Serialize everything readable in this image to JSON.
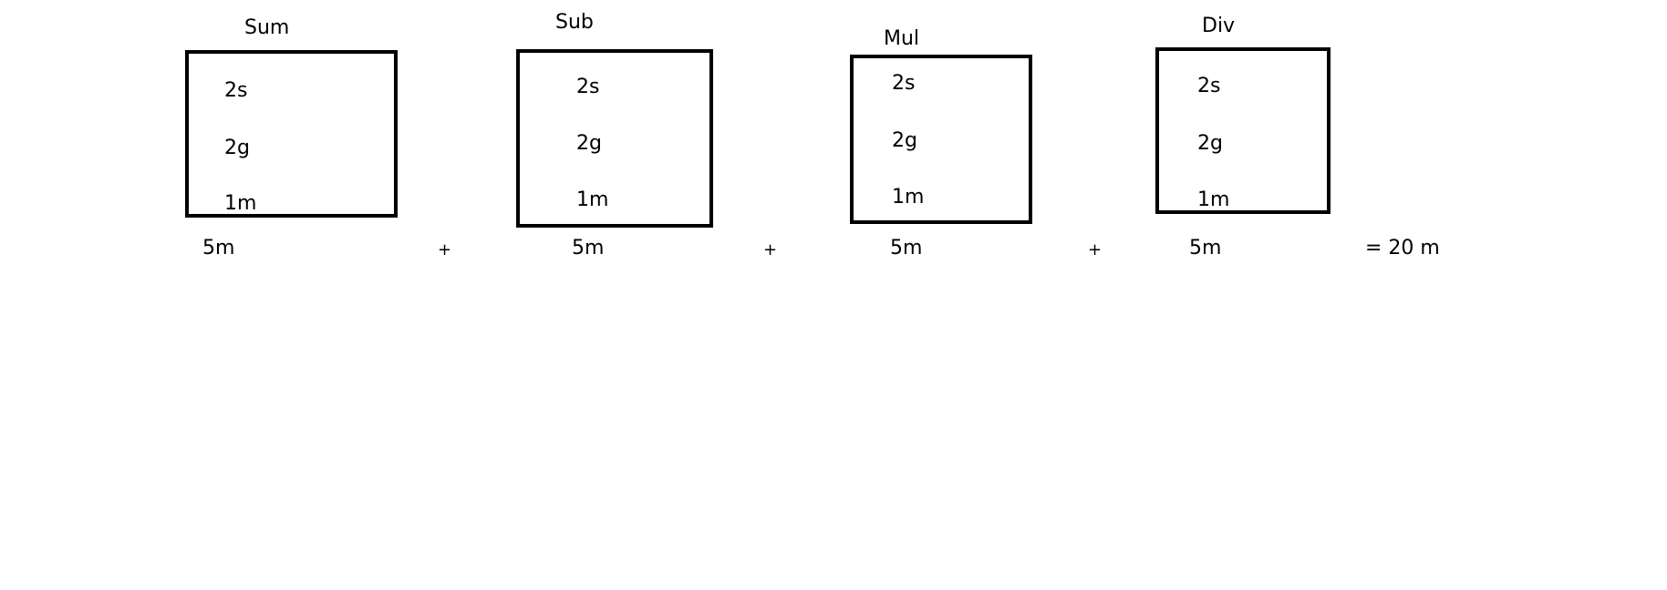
{
  "boxes": [
    {
      "title": "Sum",
      "items": [
        "2s",
        "2g",
        "1m"
      ],
      "total": "5m"
    },
    {
      "title": "Sub",
      "items": [
        "2s",
        "2g",
        "1m"
      ],
      "total": "5m"
    },
    {
      "title": "Mul",
      "items": [
        "2s",
        "2g",
        "1m"
      ],
      "total": "5m"
    },
    {
      "title": "Div",
      "items": [
        "2s",
        "2g",
        "1m"
      ],
      "total": "5m"
    }
  ],
  "operators": [
    "+",
    "+",
    "+"
  ],
  "result": "= 20 m"
}
